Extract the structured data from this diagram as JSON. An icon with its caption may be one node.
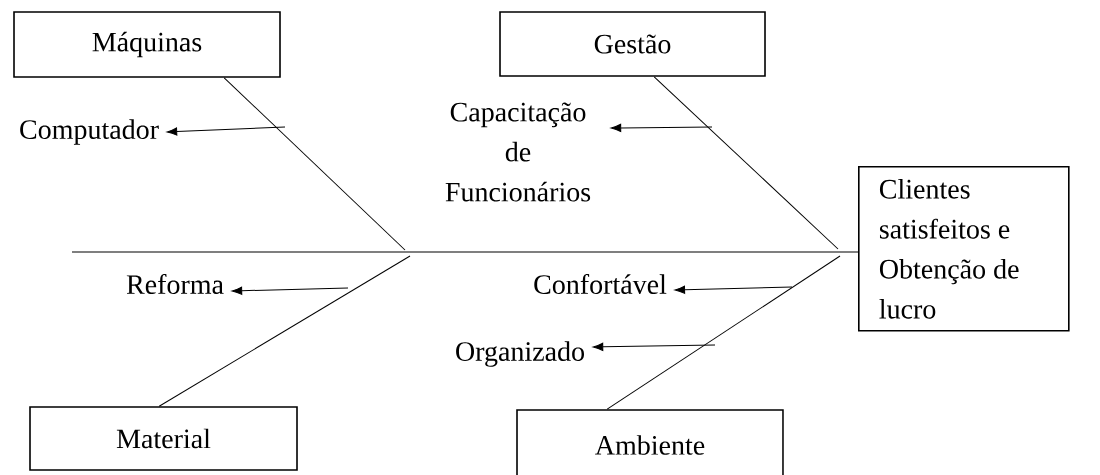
{
  "diagram": {
    "nodes": [
      {
        "text": [
          "Máquinas"
        ]
      },
      {
        "text": [
          "Gestão"
        ]
      },
      {
        "text": [
          "Clientes satisfeitos e Obtenção de lucro"
        ]
      },
      {
        "text": [
          "Material"
        ]
      },
      {
        "text": [
          "Ambiente"
        ]
      },
      {
        "text": [
          "Computador"
        ]
      },
      {
        "text": [
          "Capacitação de Funcionários"
        ]
      },
      {
        "text": [
          "Reforma"
        ]
      },
      {
        "text": [
          "Confortável"
        ]
      },
      {
        "text": [
          "Organizado"
        ]
      }
    ],
    "edges": [
      {
        "from": null,
        "to": 2,
        "arrow": "none"
      },
      {
        "from": 0,
        "to": null,
        "arrow": "none"
      },
      {
        "from": 1,
        "to": null,
        "arrow": "none"
      },
      {
        "from": 3,
        "to": null,
        "arrow": "none"
      },
      {
        "from": 4,
        "to": null,
        "arrow": "none"
      },
      {
        "from": null,
        "to": 5,
        "arrow": "to"
      },
      {
        "from": null,
        "to": 6,
        "arrow": "to"
      },
      {
        "from": null,
        "to": 7,
        "arrow": "to"
      },
      {
        "from": null,
        "to": 8,
        "arrow": "to"
      },
      {
        "from": null,
        "to": 9,
        "arrow": "to"
      }
    ]
  }
}
